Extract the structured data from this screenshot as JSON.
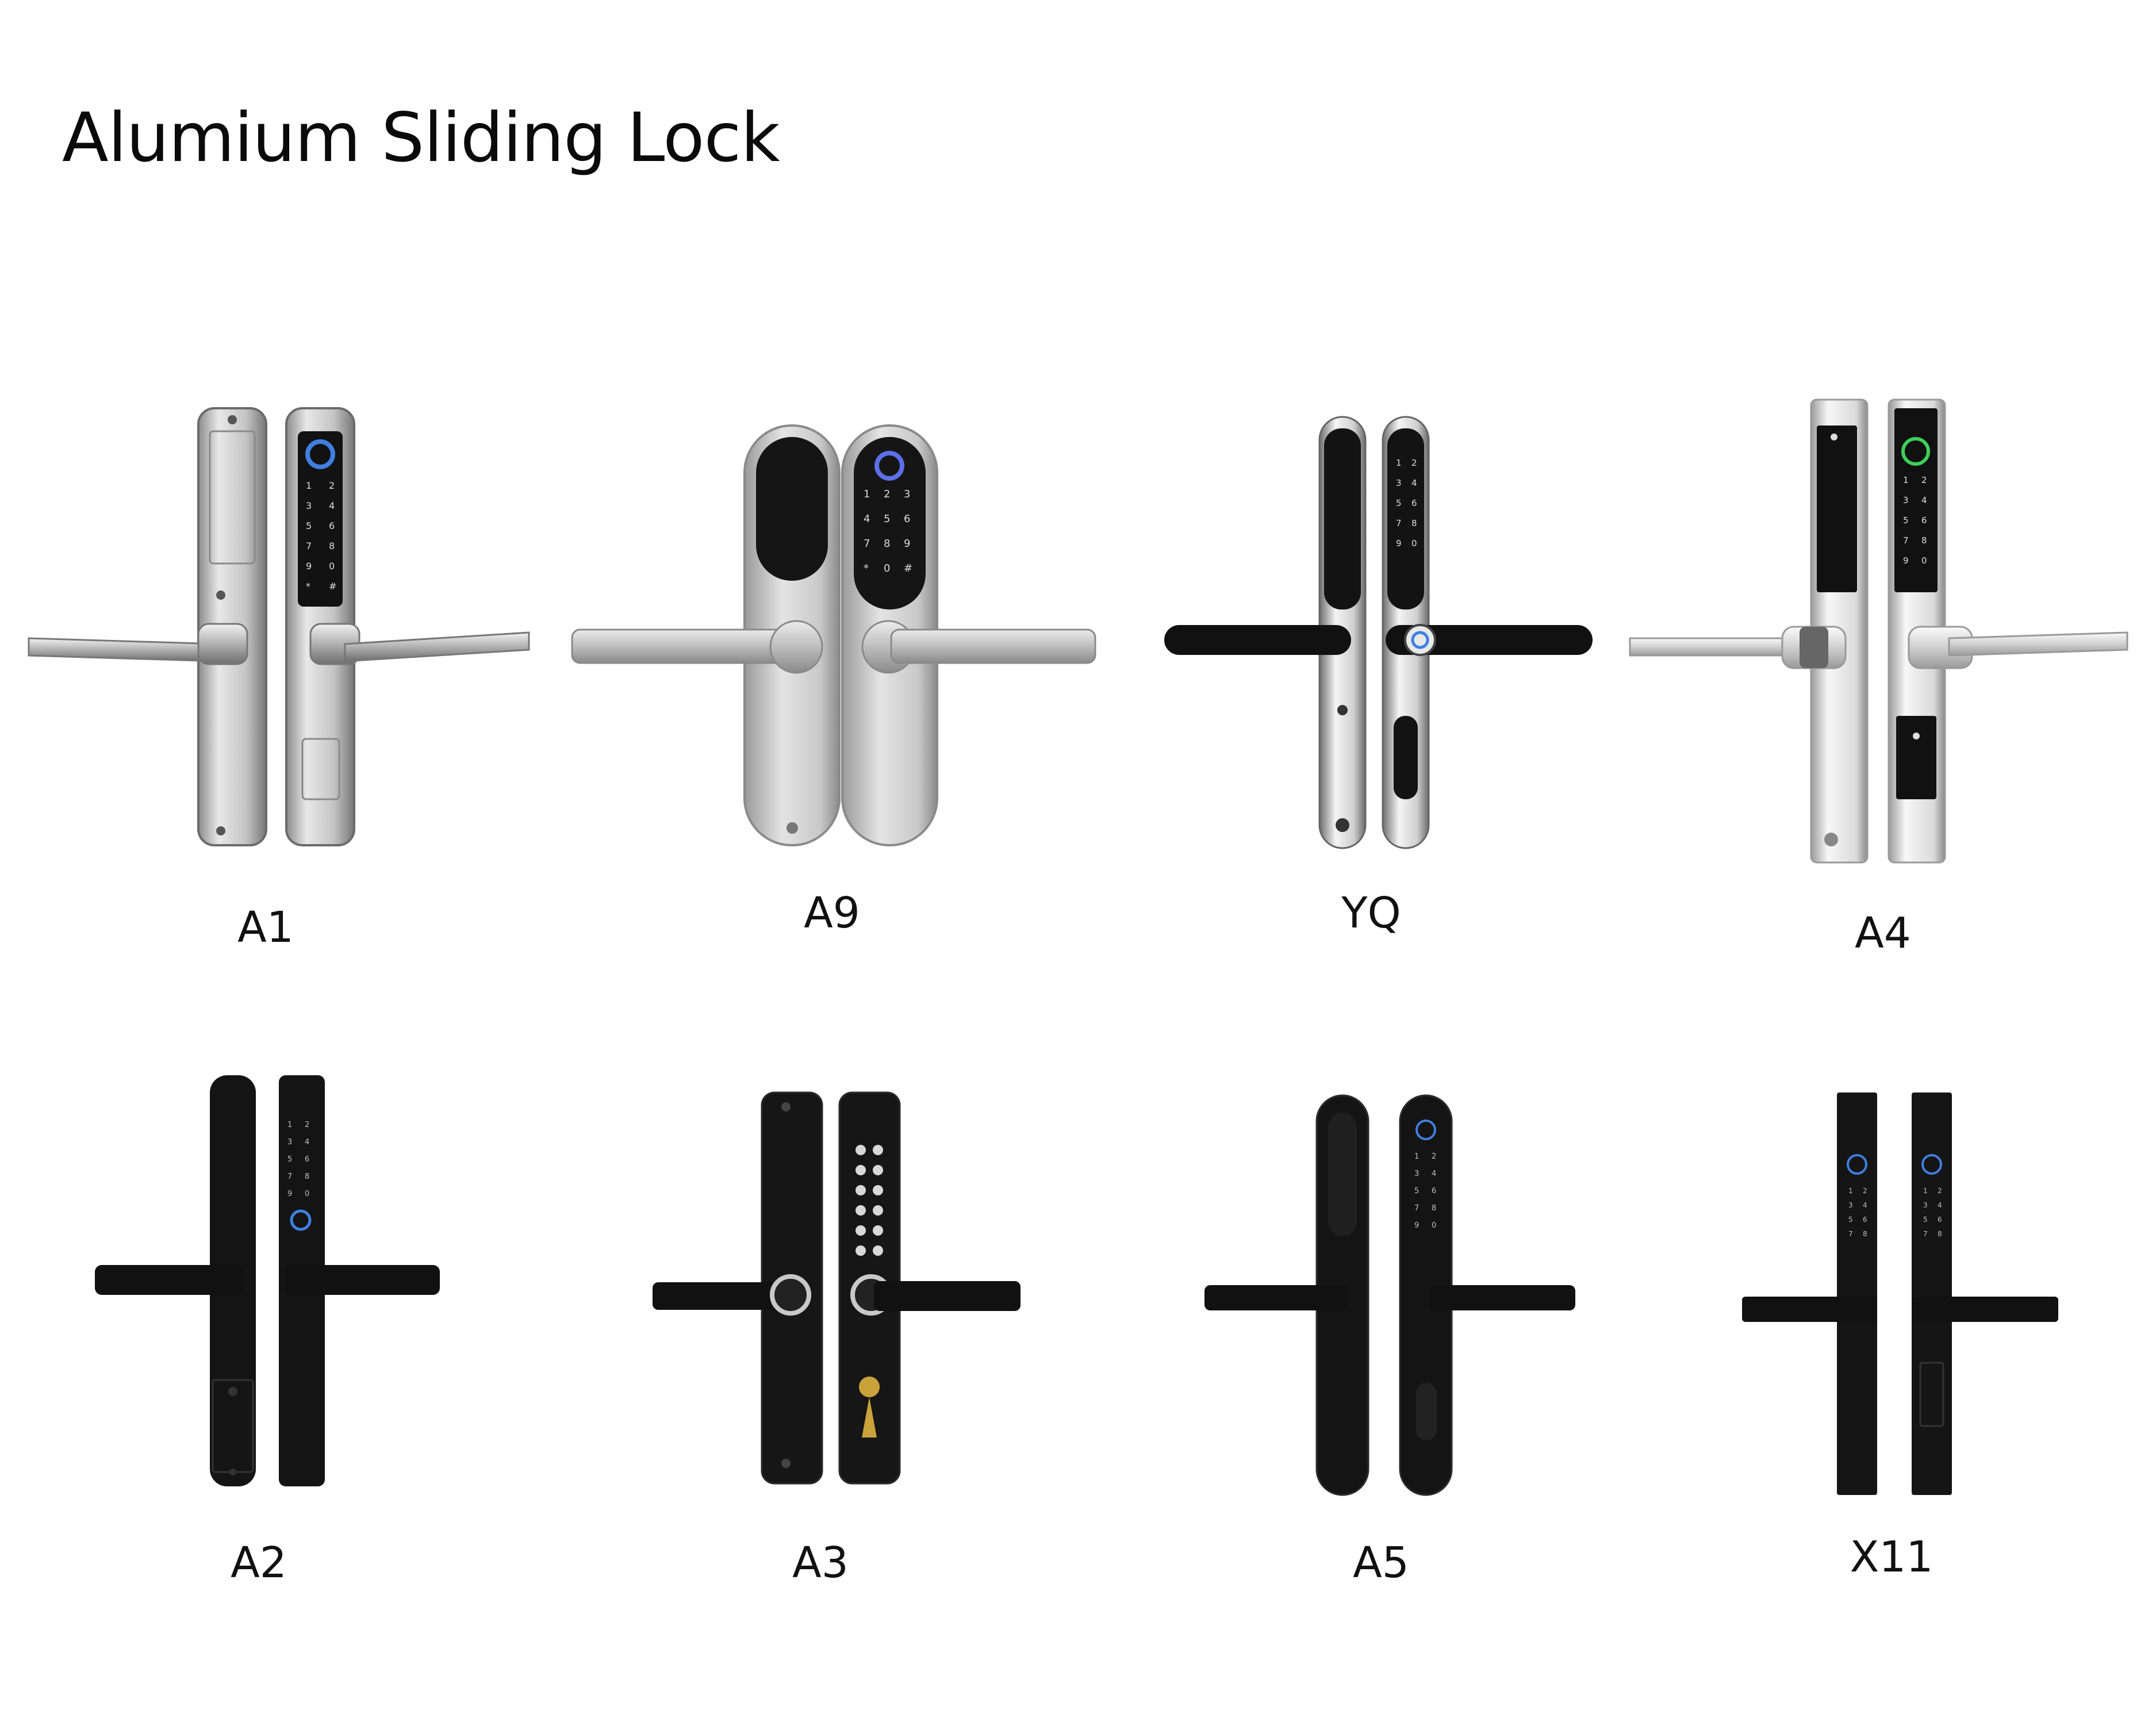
{
  "page": {
    "title": "Alumium Sliding Lock"
  },
  "products": [
    {
      "model": "A1",
      "finish": "satin-silver",
      "icon": "fingerprint-keypad-lock-icon"
    },
    {
      "model": "A9",
      "finish": "satin-silver",
      "icon": "fingerprint-keypad-lock-icon"
    },
    {
      "model": "YQ",
      "finish": "polished-chrome",
      "icon": "fingerprint-keypad-lock-icon"
    },
    {
      "model": "A4",
      "finish": "polished-chrome",
      "icon": "fingerprint-keypad-card-lock-icon"
    },
    {
      "model": "A2",
      "finish": "matte-black",
      "icon": "fingerprint-keypad-lock-icon"
    },
    {
      "model": "A3",
      "finish": "matte-black",
      "icon": "keypad-cylinder-lock-icon"
    },
    {
      "model": "A5",
      "finish": "matte-black",
      "icon": "fingerprint-keypad-lock-icon"
    },
    {
      "model": "X11",
      "finish": "matte-black",
      "icon": "fingerprint-keypad-lock-icon"
    }
  ],
  "colors": {
    "background": "#ffffff",
    "text": "#111111",
    "silver_light": "#e6e6e6",
    "silver_mid": "#b5b5b5",
    "silver_dark": "#7a7a7a",
    "black_body": "#141414",
    "black_edge": "#333333",
    "fingerprint_ring": "#3f7fe0",
    "fingerprint_ring_green": "#3ecf5a",
    "brass": "#c9a23a"
  }
}
